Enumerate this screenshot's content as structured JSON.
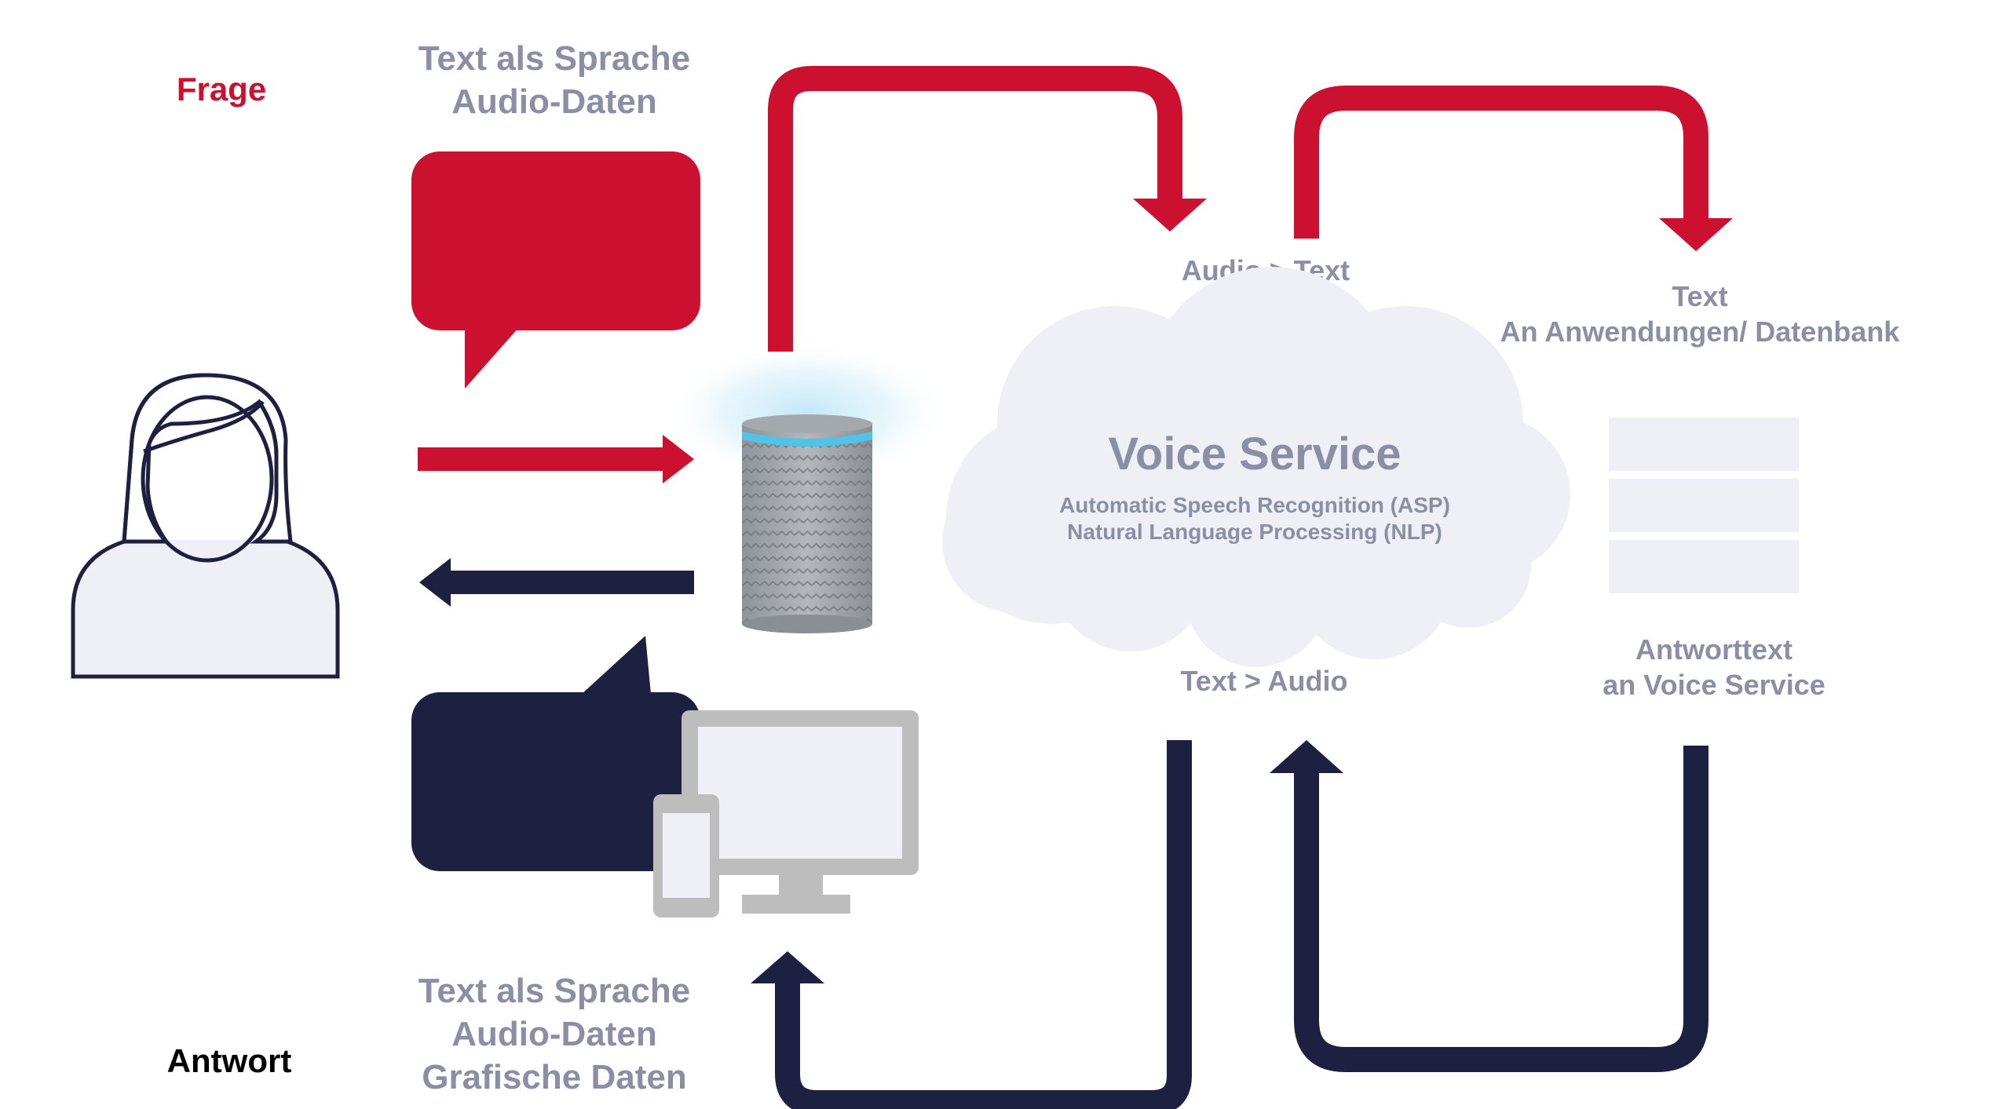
{
  "labels": {
    "frage": "Frage",
    "antwort": "Antwort",
    "question_line1": "Text als Sprache",
    "question_line2": "Audio-Daten",
    "answer_line1": "Text als Sprache",
    "answer_line2": "Audio-Daten",
    "answer_line3": "Grafische Daten",
    "audio_to_text": "Audio > Text",
    "text_to_audio": "Text > Audio",
    "text_app_line1": "Text",
    "text_app_line2": "An Anwendungen/ Datenbank",
    "antworttext_line1": "Antworttext",
    "antworttext_line2": "an Voice Service"
  },
  "cloud": {
    "title": "Voice Service",
    "line1": "Automatic Speech Recognition (ASP)",
    "line2": "Natural Language Processing (NLP)"
  },
  "colors": {
    "red": "#CC1130",
    "navy": "#1E2041",
    "gray_text": "#8A8FA6",
    "cloud_fill": "#EFF0F5",
    "device_gray": "#BDBDBD"
  }
}
